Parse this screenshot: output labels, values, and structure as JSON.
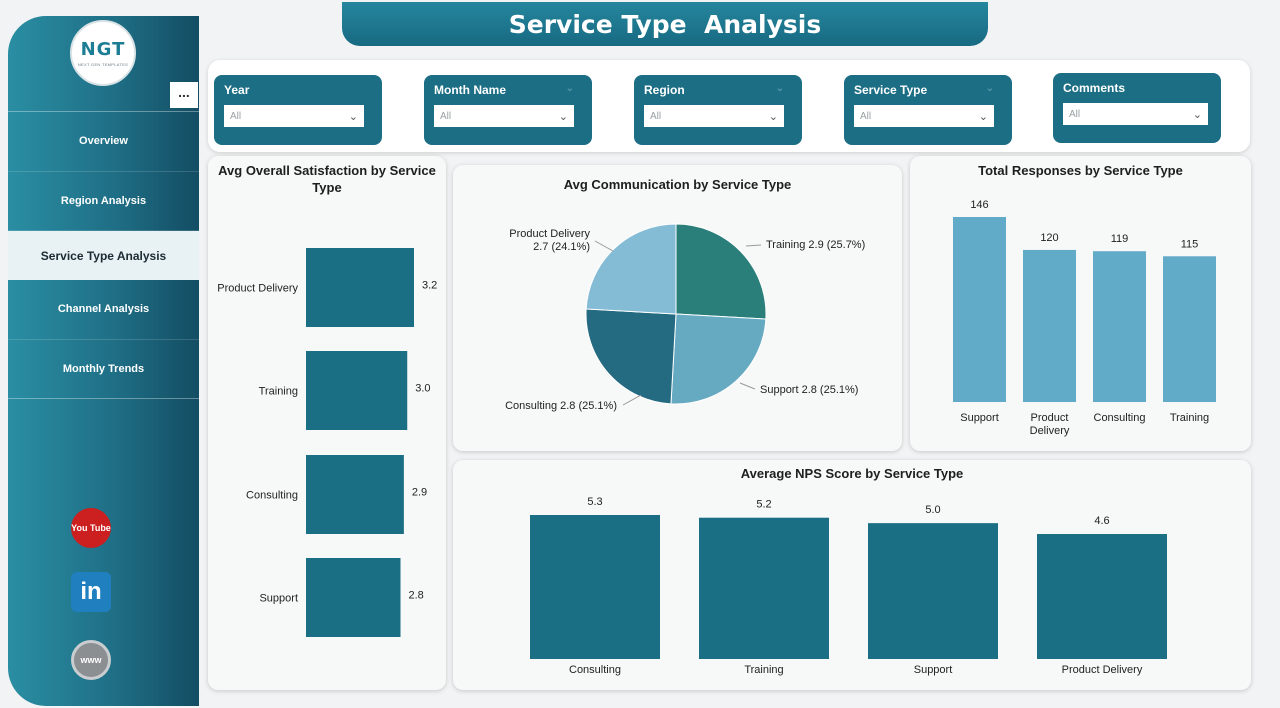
{
  "header": {
    "title": "Service Type  Analysis"
  },
  "logo": {
    "text": "NGT",
    "tagline": "NEXT GEN TEMPLATES"
  },
  "sidebar": {
    "more_label": "...",
    "items": [
      {
        "label": "Overview",
        "active": false
      },
      {
        "label": "Region Analysis",
        "active": false
      },
      {
        "label": "Service Type Analysis",
        "active": true
      },
      {
        "label": "Channel Analysis",
        "active": false
      },
      {
        "label": "Monthly Trends",
        "active": false
      }
    ],
    "social": {
      "youtube": "You Tube",
      "linkedin": "in",
      "web": "www"
    }
  },
  "filters": [
    {
      "label": "Year",
      "value": "All"
    },
    {
      "label": "Month Name",
      "value": "All"
    },
    {
      "label": "Region",
      "value": "All"
    },
    {
      "label": "Service Type",
      "value": "All"
    },
    {
      "label": "Comments",
      "value": "All"
    }
  ],
  "colors": {
    "accent": "#1c6e84",
    "bar_dark": "#1b6f84",
    "bar_light": "#62abc8"
  },
  "chart_data": [
    {
      "type": "bar",
      "orientation": "horizontal",
      "title": "Avg Overall Satisfaction by Service Type",
      "categories": [
        "Product Delivery",
        "Training",
        "Consulting",
        "Support"
      ],
      "values": [
        3.2,
        3.0,
        2.9,
        2.8
      ]
    },
    {
      "type": "pie",
      "title": "Avg Communication by Service Type",
      "slices": [
        {
          "name": "Training",
          "value": 2.9,
          "percent": "25.7%",
          "label": "Training 2.9 (25.7%)",
          "color": "#2a7f7a"
        },
        {
          "name": "Support",
          "value": 2.8,
          "percent": "25.1%",
          "label": "Support 2.8 (25.1%)",
          "color": "#65aac1"
        },
        {
          "name": "Consulting",
          "value": 2.8,
          "percent": "25.1%",
          "label": "Consulting 2.8 (25.1%)",
          "color": "#246a80"
        },
        {
          "name": "Product Delivery",
          "value": 2.7,
          "percent": "24.1%",
          "label": "Product Delivery\n2.7 (24.1%)",
          "color": "#85bcd5"
        }
      ]
    },
    {
      "type": "bar",
      "title": "Total Responses by Service Type",
      "categories": [
        "Support",
        "Product Delivery",
        "Consulting",
        "Training"
      ],
      "values": [
        146,
        120,
        119,
        115
      ]
    },
    {
      "type": "bar",
      "title": "Average NPS Score by Service Type",
      "categories": [
        "Consulting",
        "Training",
        "Support",
        "Product Delivery"
      ],
      "values": [
        5.3,
        5.2,
        5.0,
        4.6
      ]
    }
  ]
}
